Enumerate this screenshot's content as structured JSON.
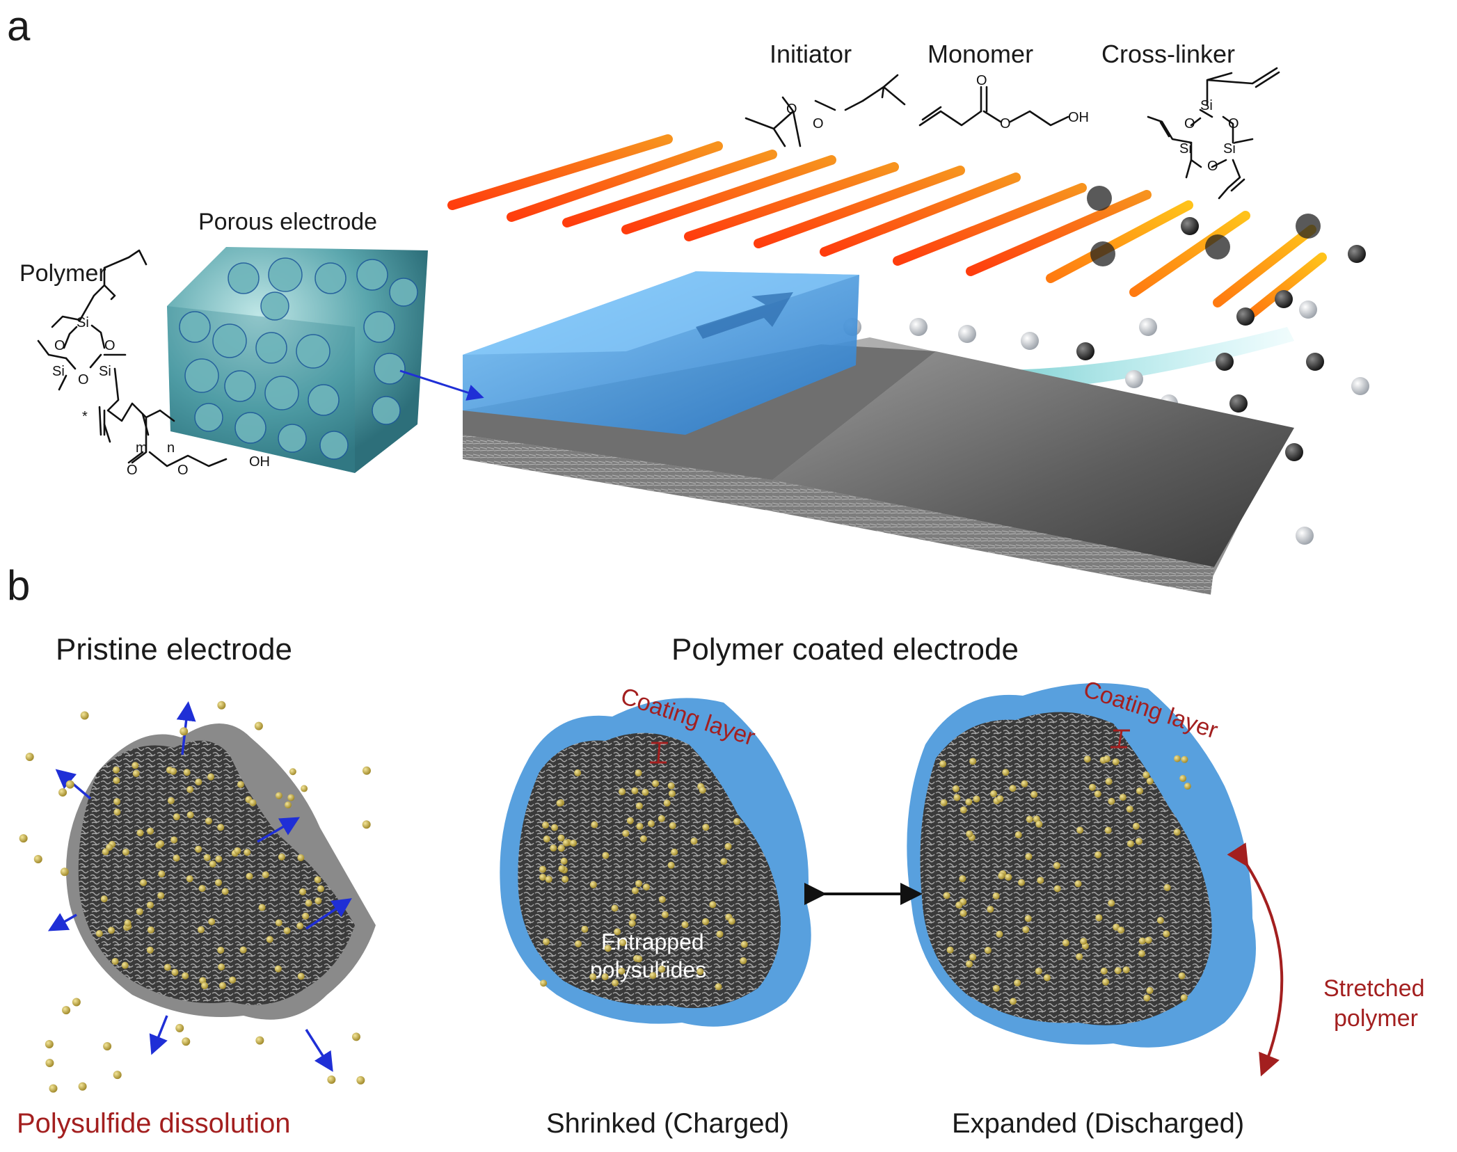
{
  "panel_a": {
    "label": "a",
    "reagents": {
      "initiator": "Initiator",
      "monomer": "Monomer",
      "crosslinker": "Cross-linker"
    },
    "porous_electrode_label": "Porous electrode",
    "polymer_label": "Polymer",
    "chem": {
      "si": "Si",
      "o": "O",
      "oh": "OH",
      "m": "m",
      "n": "n",
      "star": "*"
    }
  },
  "panel_b": {
    "label": "b",
    "pristine_title": "Pristine electrode",
    "coated_title": "Polymer coated electrode",
    "coating_layer": "Coating layer",
    "entrapped_line1": "Entrapped",
    "entrapped_line2": "polysulfides",
    "stretched_line1": "Stretched",
    "stretched_line2": "polymer",
    "dissolution": "Polysulfide dissolution",
    "shrinked": "Shrinked (Charged)",
    "expanded": "Expanded (Discharged)"
  },
  "colors": {
    "accent_red": "#a31f1f",
    "arrow_blue": "#1f2fd6",
    "coating_blue": "#3b8fd8",
    "beam_orange": "#f05a14",
    "particle_gold": "#c9b24a"
  }
}
